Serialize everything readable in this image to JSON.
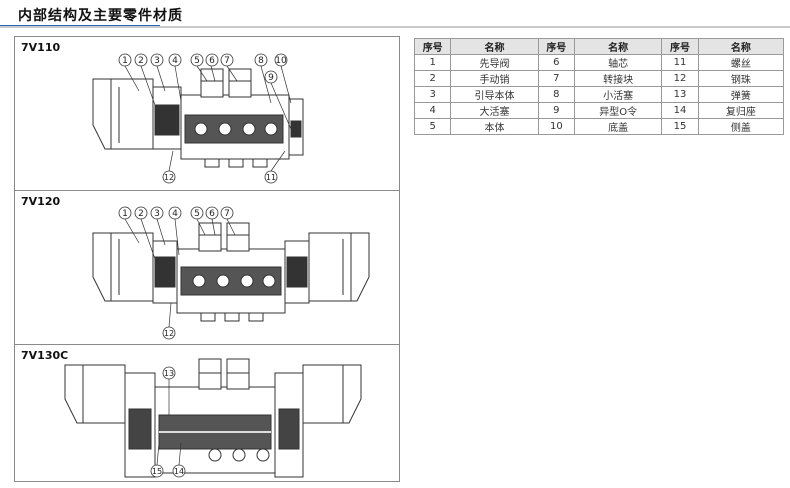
{
  "header": {
    "title": "内部结构及主要零件材质"
  },
  "sections": [
    {
      "model": "7V110",
      "callouts": [
        "1",
        "2",
        "3",
        "4",
        "5",
        "6",
        "7",
        "8",
        "9",
        "10",
        "12",
        "11"
      ]
    },
    {
      "model": "7V120",
      "callouts": [
        "1",
        "2",
        "3",
        "4",
        "5",
        "6",
        "7",
        "12"
      ]
    },
    {
      "model": "7V130C",
      "callouts": [
        "13",
        "15",
        "14"
      ]
    }
  ],
  "parts_table": {
    "headers": [
      "序号",
      "名称",
      "序号",
      "名称",
      "序号",
      "名称"
    ],
    "rows": [
      [
        "1",
        "先导阀",
        "6",
        "轴芯",
        "11",
        "螺丝"
      ],
      [
        "2",
        "手动销",
        "7",
        "转接块",
        "12",
        "钢珠"
      ],
      [
        "3",
        "引导本体",
        "8",
        "小活塞",
        "13",
        "弹簧"
      ],
      [
        "4",
        "大活塞",
        "9",
        "异型O令",
        "14",
        "复归座"
      ],
      [
        "5",
        "本体",
        "10",
        "底盖",
        "15",
        "侧盖"
      ]
    ]
  }
}
